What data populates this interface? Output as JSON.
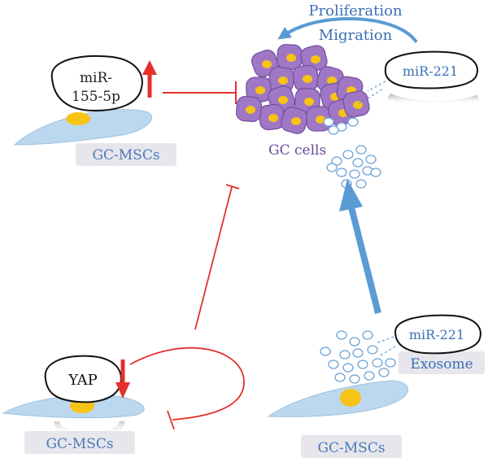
{
  "labels": {
    "proliferation": "Proliferation",
    "migration": "Migration",
    "mir221_top": "miR-221",
    "gc_cells": "GC cells",
    "mir155_line1": "miR-",
    "mir155_line2": "155-5p",
    "gcmsc_top": "GC-MSCs",
    "yap": "YAP",
    "gcmsc_bottom_left": "GC-MSCs",
    "mir221_bottom": "miR-221",
    "exosome": "Exosome",
    "gcmsc_bottom_right": "GC-MSCs"
  },
  "colors": {
    "red": "#e4312b",
    "blue": "#5b9bd5",
    "text_blue": "#3a6fb4",
    "cell_fill": "#a077c4",
    "cell_edge": "#6f4fa0",
    "nucleus": "#f7c316",
    "msc_body": "#bcd8ee",
    "label_box": "#e6e6ec"
  }
}
